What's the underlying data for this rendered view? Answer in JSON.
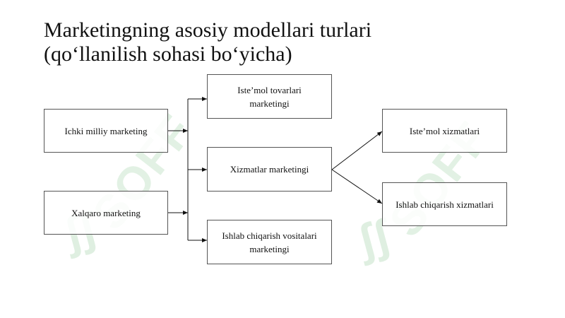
{
  "title": {
    "line1": "Marketingning asosiy modellari turlari",
    "line2": "(qo‘llanilish sohasi bo‘yicha)"
  },
  "boxes": {
    "ichki": "Ichki milliy marketing",
    "xalqaro": "Xalqaro marketing",
    "tovarlar_line1": "Iste’mol tovarlari",
    "tovarlar_line2": "marketingi",
    "xizmatlar": "Xizmatlar marketingi",
    "vositalar_line1": "Ishlab chiqarish vositalari",
    "vositalar_line2": "marketingi",
    "istemol_xizmatlari": "Iste’mol xizmatlari",
    "ishlab_xizmatlari": "Ishlab chiqarish xizmatlari"
  },
  "watermark": {
    "text": "SOFF",
    "glyph": "ʃʃ"
  }
}
